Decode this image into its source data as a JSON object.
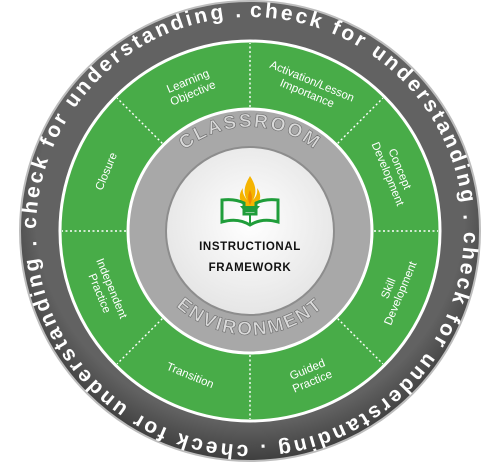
{
  "outer_ring": {
    "text": "check for understanding . check for understanding . check for understanding . check for understanding ."
  },
  "segments": [
    {
      "label": "Learning|Objective"
    },
    {
      "label": "Activation/Lesson|Importance"
    },
    {
      "label": "Concept|Development"
    },
    {
      "label": "Skill|Development"
    },
    {
      "label": "Guided|Practice"
    },
    {
      "label": "Transition"
    },
    {
      "label": "Independent|Practice"
    },
    {
      "label": "Closure"
    }
  ],
  "environment_ring": {
    "top_word": "CLASSROOM",
    "bottom_word": "ENVIRONMENT"
  },
  "center": {
    "line1": "INSTRUCTIONAL",
    "line2": "FRAMEWORK",
    "logo_icon": "book-with-flame-icon"
  },
  "colors": {
    "outer_ring": "#5a5a5a",
    "segment_green": "#48ac48",
    "env_ring": "#a8a8a8",
    "center": "#f2f2f2",
    "logo_green": "#1f9d3a",
    "logo_flame": "#f5b400"
  }
}
